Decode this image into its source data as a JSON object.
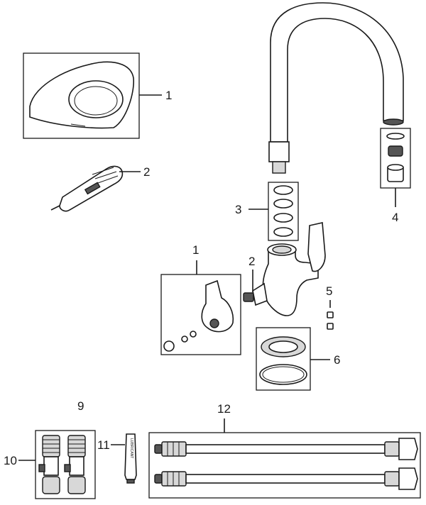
{
  "callouts": {
    "escutcheon_top": "1",
    "tool_top": "2",
    "o_rings": "3",
    "aerator": "4",
    "handle": "1",
    "cartridge": "2",
    "grub_screws": "5",
    "base_seals": "6",
    "valves_group": "9",
    "isolation_valves": "10",
    "lubricant": "11",
    "hoses": "12"
  },
  "lubricant_label": "LUBRICANT"
}
